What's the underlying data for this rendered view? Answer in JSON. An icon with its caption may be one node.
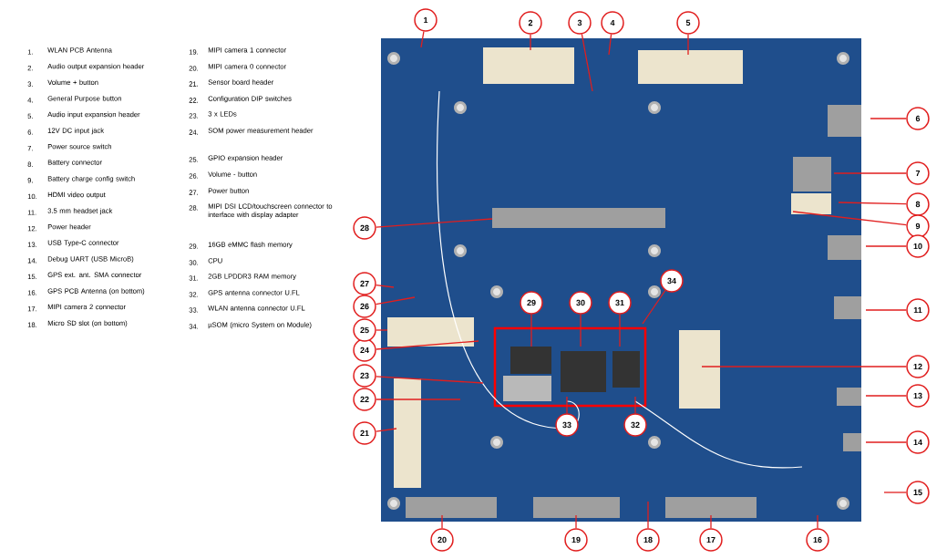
{
  "diagram": {
    "nodes": [
      {
        "text": [
          "1"
        ]
      },
      {
        "text": [
          "2"
        ]
      },
      {
        "text": [
          "3"
        ]
      },
      {
        "text": [
          "4"
        ]
      },
      {
        "text": [
          "5"
        ]
      },
      {
        "text": [
          "6"
        ]
      },
      {
        "text": [
          "7"
        ]
      },
      {
        "text": [
          "8"
        ]
      },
      {
        "text": [
          "9"
        ]
      },
      {
        "text": [
          "10"
        ]
      },
      {
        "text": [
          "11"
        ]
      },
      {
        "text": [
          "12"
        ]
      },
      {
        "text": [
          "13"
        ]
      },
      {
        "text": [
          "14"
        ]
      },
      {
        "text": [
          "15"
        ]
      },
      {
        "text": [
          "16"
        ]
      },
      {
        "text": [
          "17"
        ]
      },
      {
        "text": [
          "18"
        ]
      },
      {
        "text": [
          "19"
        ]
      },
      {
        "text": [
          "20"
        ]
      },
      {
        "text": [
          "21"
        ]
      },
      {
        "text": [
          "22"
        ]
      },
      {
        "text": [
          "23"
        ]
      },
      {
        "text": [
          "24"
        ]
      },
      {
        "text": [
          "25"
        ]
      },
      {
        "text": [
          "26"
        ]
      },
      {
        "text": [
          "27"
        ]
      },
      {
        "text": [
          "28"
        ]
      },
      {
        "text": [
          "29"
        ]
      },
      {
        "text": [
          "30"
        ]
      },
      {
        "text": [
          "31"
        ]
      },
      {
        "text": [
          "32"
        ]
      },
      {
        "text": [
          "33"
        ]
      },
      {
        "text": [
          "34"
        ]
      }
    ],
    "edges": [
      {
        "from": 0,
        "to": null,
        "arrow": "none"
      },
      {
        "from": 1,
        "to": null,
        "arrow": "none"
      },
      {
        "from": 2,
        "to": null,
        "arrow": "none"
      },
      {
        "from": 3,
        "to": null,
        "arrow": "none"
      },
      {
        "from": 4,
        "to": null,
        "arrow": "none"
      },
      {
        "from": 5,
        "to": null,
        "arrow": "none"
      },
      {
        "from": 6,
        "to": null,
        "arrow": "none"
      },
      {
        "from": 7,
        "to": null,
        "arrow": "none"
      },
      {
        "from": 8,
        "to": null,
        "arrow": "none"
      },
      {
        "from": 9,
        "to": null,
        "arrow": "none"
      },
      {
        "from": 10,
        "to": null,
        "arrow": "none"
      },
      {
        "from": 11,
        "to": null,
        "arrow": "none"
      },
      {
        "from": 12,
        "to": null,
        "arrow": "none"
      },
      {
        "from": 13,
        "to": null,
        "arrow": "none"
      },
      {
        "from": 14,
        "to": null,
        "arrow": "none"
      },
      {
        "from": 15,
        "to": null,
        "arrow": "none"
      },
      {
        "from": 16,
        "to": null,
        "arrow": "none"
      },
      {
        "from": 17,
        "to": null,
        "arrow": "none"
      },
      {
        "from": 18,
        "to": null,
        "arrow": "none"
      },
      {
        "from": 19,
        "to": null,
        "arrow": "none"
      },
      {
        "from": 20,
        "to": null,
        "arrow": "none"
      },
      {
        "from": 21,
        "to": null,
        "arrow": "none"
      },
      {
        "from": 22,
        "to": null,
        "arrow": "none"
      },
      {
        "from": 23,
        "to": null,
        "arrow": "none"
      },
      {
        "from": 24,
        "to": null,
        "arrow": "none"
      },
      {
        "from": 25,
        "to": null,
        "arrow": "none"
      },
      {
        "from": 26,
        "to": null,
        "arrow": "none"
      },
      {
        "from": 27,
        "to": null,
        "arrow": "none"
      },
      {
        "from": 28,
        "to": null,
        "arrow": "none"
      },
      {
        "from": 29,
        "to": null,
        "arrow": "none"
      },
      {
        "from": 30,
        "to": null,
        "arrow": "none"
      },
      {
        "from": 31,
        "to": null,
        "arrow": "none"
      },
      {
        "from": 32,
        "to": null,
        "arrow": "none"
      },
      {
        "from": 33,
        "to": null,
        "arrow": "none"
      }
    ],
    "labels": [
      "1.",
      "WLAN PCB Antenna",
      "2.",
      "Audio output expansion header",
      "3.",
      "Volume + button",
      "4.",
      "General Purpose button",
      "5.",
      "Audio input expansion header",
      "6.",
      "12V DC input jack",
      "7.",
      "Power source switch",
      "8.",
      "Battery connector",
      "9.",
      "Battery charge config switch",
      "10.",
      "HDMI video output",
      "11.",
      "3.5 mm headset jack",
      "12.",
      "Power header",
      "13.",
      "USB Type-C connector",
      "14.",
      "Debug UART (USB MicroB)",
      "15.",
      "GPS ext. ant. SMA connector",
      "16.",
      "GPS PCB Antenna (on bottom)",
      "17.",
      "MIPI camera 2 connector",
      "18.",
      "Micro SD slot (on bottom)",
      "19.",
      "MIPI camera 1 connector",
      "20.",
      "MIPI camera 0 connector",
      "21.",
      "Sensor board header",
      "22.",
      "Configuration DIP switches",
      "23.",
      "3 x LEDs",
      "24.",
      "SOM power measurement header",
      "25.",
      "GPIO expansion header",
      "26.",
      "Volume - button",
      "27.",
      "Power button",
      "28.",
      "MIPI DSI LCD/touchscreen connector to interface with display adapter",
      "29.",
      "16GB eMMC flash memory",
      "30.",
      "CPU",
      "31.",
      "2GB LPDDR3 RAM memory",
      "32.",
      "GPS antenna connector U.FL",
      "33.",
      "WLAN antenna connector U.FL",
      "34.",
      "µSOM (micro System on Module)"
    ]
  }
}
